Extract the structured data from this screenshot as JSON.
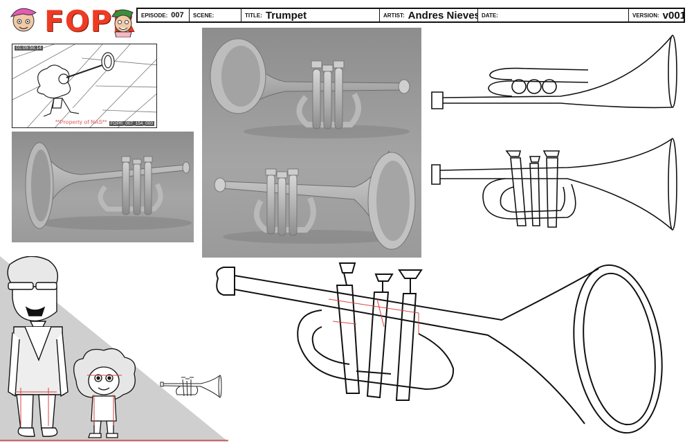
{
  "logo": {
    "text": "FOPR"
  },
  "header": {
    "episode_label": "EPISODE:",
    "episode": "007",
    "scene_label": "SCENE:",
    "scene": "",
    "title_label": "TITLE:",
    "title": "Trumpet",
    "artist_label": "ARTIST:",
    "artist": "Andres Nieves",
    "date_label": "DATE:",
    "date": "",
    "version_label": "VERSION:",
    "version": "v001"
  },
  "storyboard": {
    "timecode": "01:09:56:14",
    "watermark": "**Property of NAS**",
    "shot_name": "FOPR_007_154_000"
  },
  "colors": {
    "logo_red": "#ee3b24",
    "guide_red": "#d94040",
    "render_grey": "#9a9a9a"
  }
}
